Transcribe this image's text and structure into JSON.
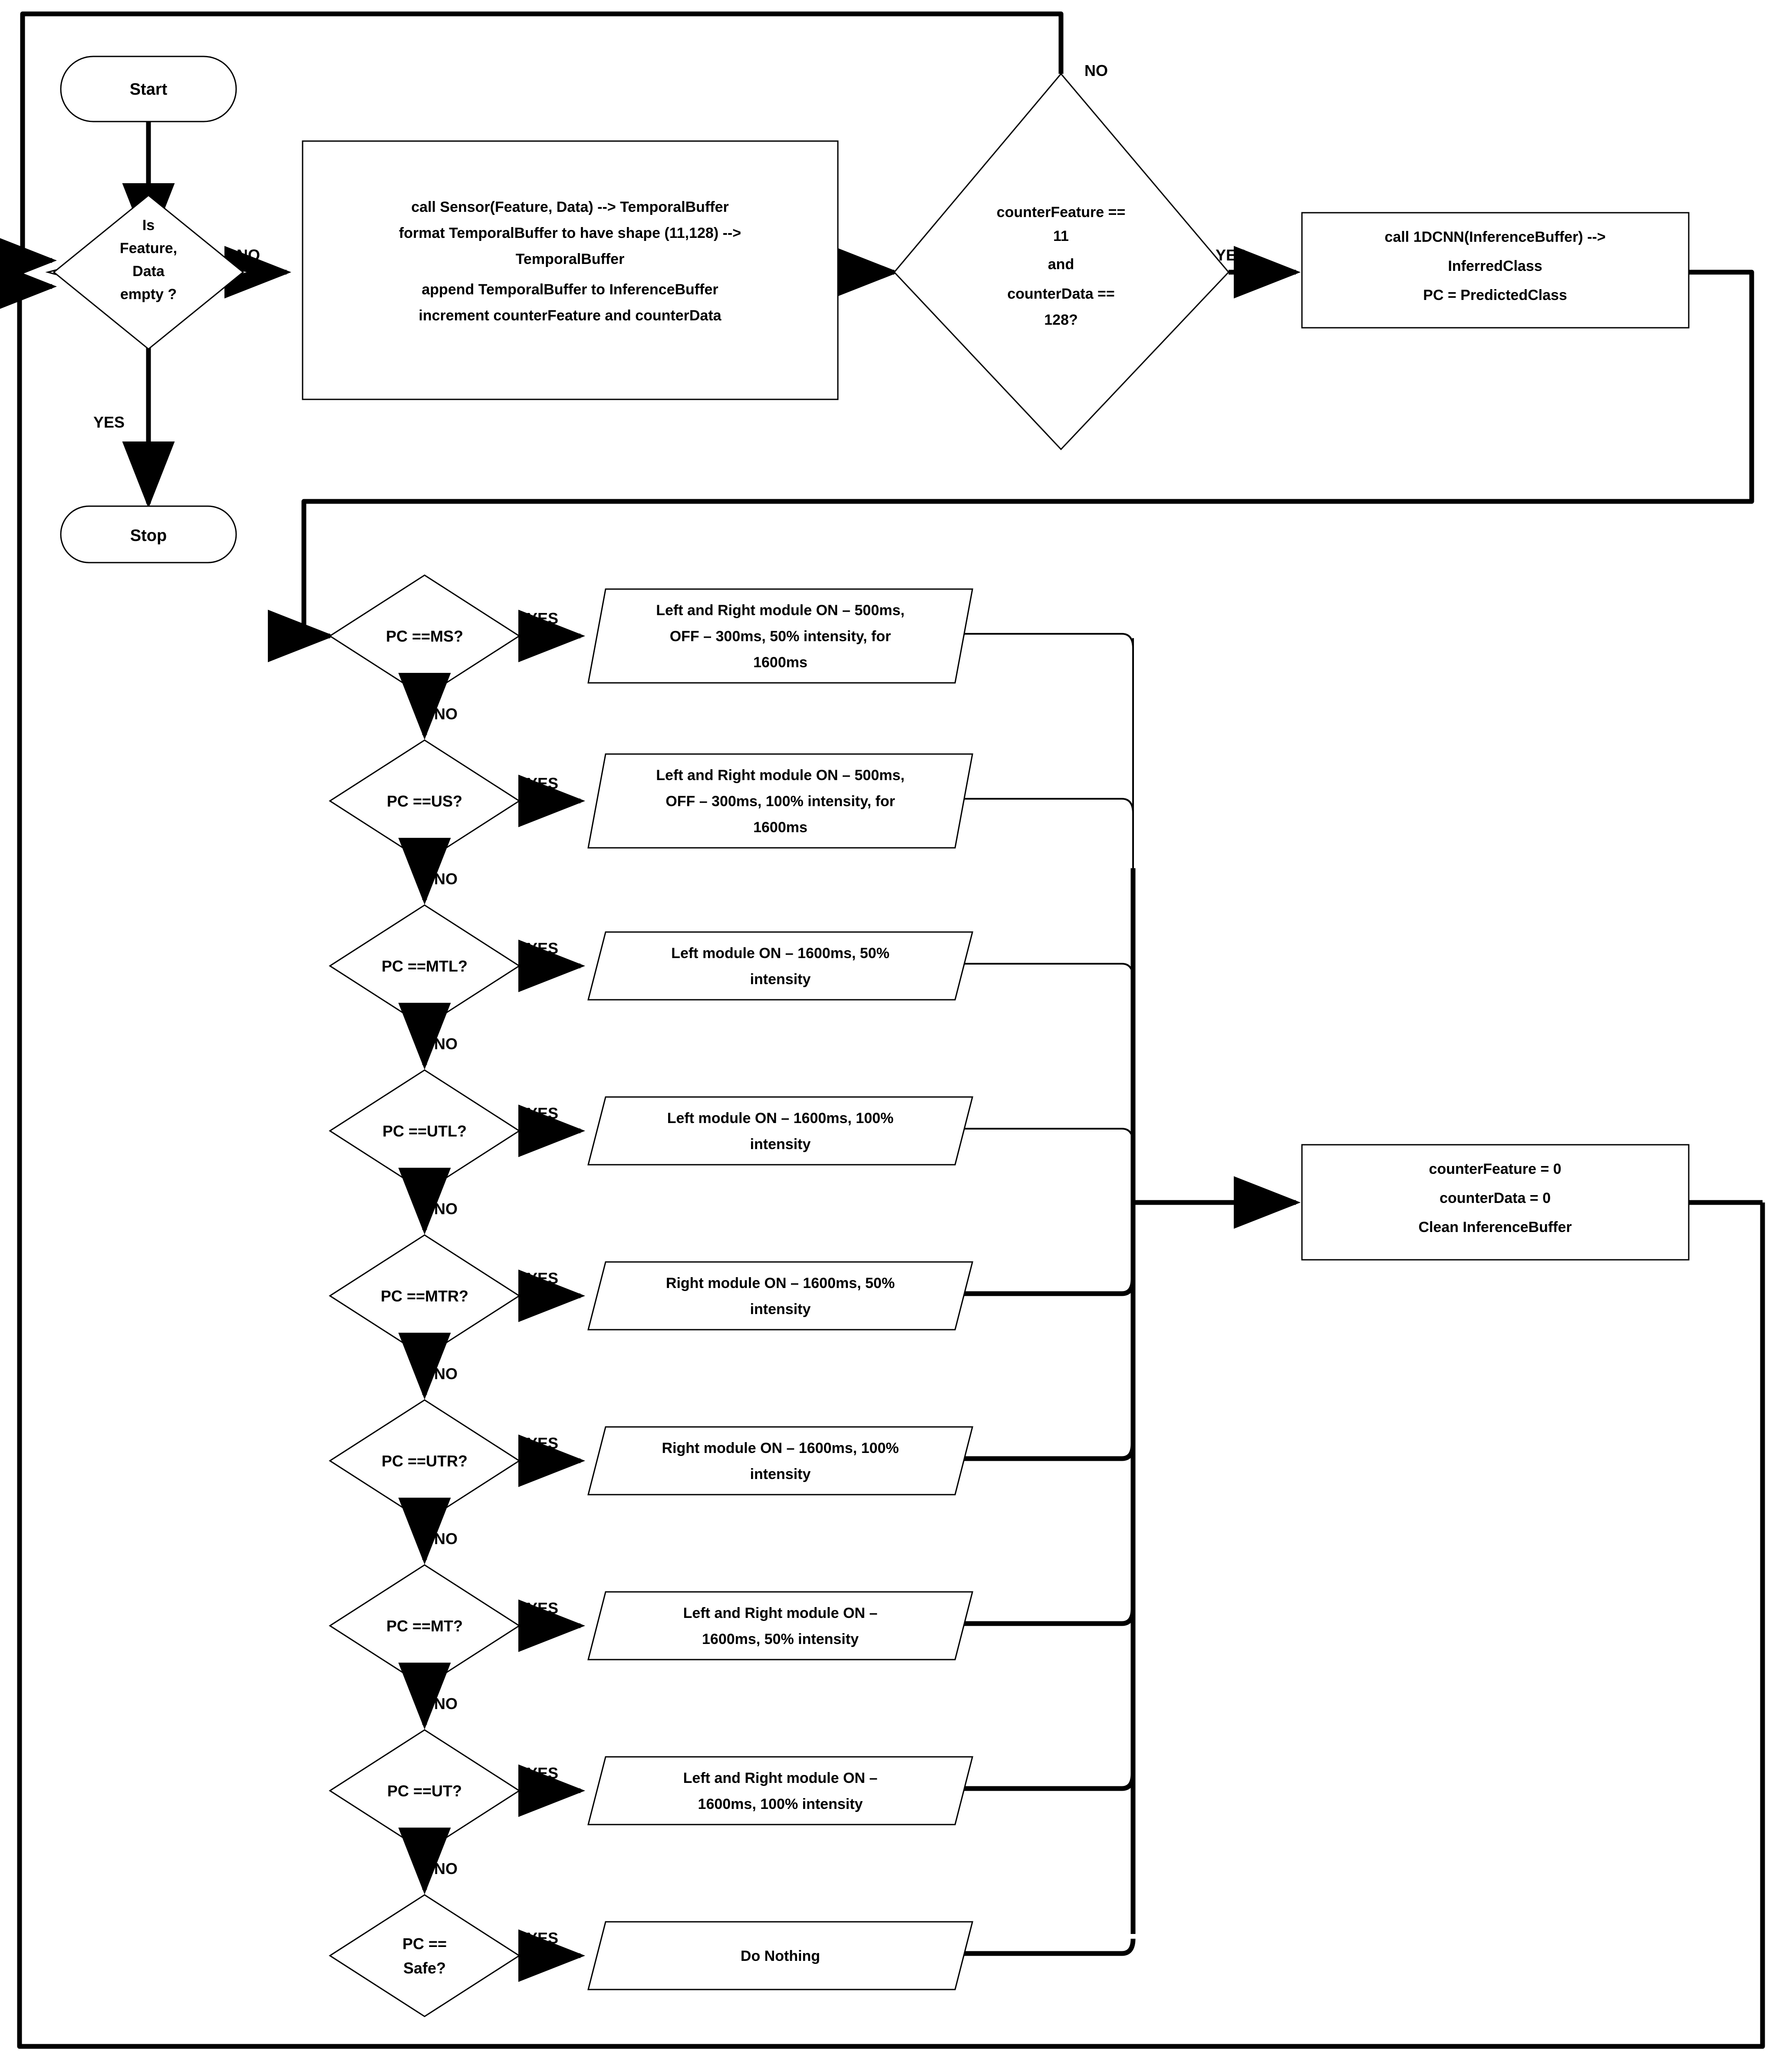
{
  "diagram": {
    "type": "flowchart",
    "title": "Sensor inference and haptic feedback control flowchart",
    "background": "#ffffff",
    "line_color": "#000000",
    "shape_fill": "#ffffff"
  },
  "nodes": {
    "start": {
      "label": "Start",
      "shape": "terminator"
    },
    "stop": {
      "label": "Stop",
      "shape": "terminator"
    },
    "is_empty": {
      "label": "Is\nFeature,\nData\nempty ?",
      "shape": "decision",
      "lines": [
        "Is",
        "Feature,",
        "Data",
        "empty ?"
      ]
    },
    "sensor_process": {
      "shape": "process",
      "lines": [
        "call Sensor(Feature, Data) --> TemporalBuffer",
        "format TemporalBuffer to have shape (11,128) -->",
        "TemporalBuffer",
        "append TemporalBuffer to InferenceBuffer",
        "increment counterFeature and counterData"
      ]
    },
    "counter_check": {
      "shape": "decision",
      "lines": [
        "counterFeature ==",
        "11",
        "and",
        "counterData ==",
        "128?"
      ]
    },
    "cnn_call": {
      "shape": "process",
      "lines": [
        "call 1DCNN(InferenceBuffer) -->",
        "InferredClass",
        "PC = PredictedClass"
      ]
    },
    "reset": {
      "shape": "process",
      "lines": [
        "counterFeature = 0",
        "counterData = 0",
        "Clean InferenceBuffer"
      ]
    }
  },
  "decision_chain": [
    {
      "id": "pc-ms",
      "label": "PC ==MS?",
      "label_lines": [
        "PC ==MS?"
      ],
      "action_lines": [
        "Left and Right module ON – 500ms,",
        "OFF – 300ms, 50% intensity, for",
        "1600ms"
      ]
    },
    {
      "id": "pc-us",
      "label": "PC ==US?",
      "label_lines": [
        "PC ==US?"
      ],
      "action_lines": [
        "Left and Right module ON – 500ms,",
        "OFF – 300ms, 100% intensity, for",
        "1600ms"
      ]
    },
    {
      "id": "pc-mtl",
      "label": "PC ==MTL?",
      "label_lines": [
        "PC ==MTL?"
      ],
      "action_lines": [
        "Left module ON – 1600ms, 50%",
        "intensity"
      ]
    },
    {
      "id": "pc-utl",
      "label": "PC ==UTL?",
      "label_lines": [
        "PC ==UTL?"
      ],
      "action_lines": [
        "Left module ON – 1600ms, 100%",
        "intensity"
      ]
    },
    {
      "id": "pc-mtr",
      "label": "PC ==MTR?",
      "label_lines": [
        "PC ==MTR?"
      ],
      "action_lines": [
        "Right module ON – 1600ms, 50%",
        "intensity"
      ]
    },
    {
      "id": "pc-utr",
      "label": "PC ==UTR?",
      "label_lines": [
        "PC ==UTR?"
      ],
      "action_lines": [
        "Right module ON – 1600ms, 100%",
        "intensity"
      ]
    },
    {
      "id": "pc-mt",
      "label": "PC ==MT?",
      "label_lines": [
        "PC ==MT?"
      ],
      "action_lines": [
        "Left and Right module ON –",
        "1600ms, 50% intensity"
      ]
    },
    {
      "id": "pc-ut",
      "label": "PC ==UT?",
      "label_lines": [
        "PC ==UT?"
      ],
      "action_lines": [
        "Left and Right module ON –",
        "1600ms, 100% intensity"
      ]
    },
    {
      "id": "pc-safe",
      "label": "PC == Safe?",
      "label_lines": [
        "PC ==",
        "Safe?"
      ],
      "action_lines": [
        "Do Nothing"
      ]
    }
  ],
  "edge_labels": {
    "no": "NO",
    "yes": "YES"
  }
}
